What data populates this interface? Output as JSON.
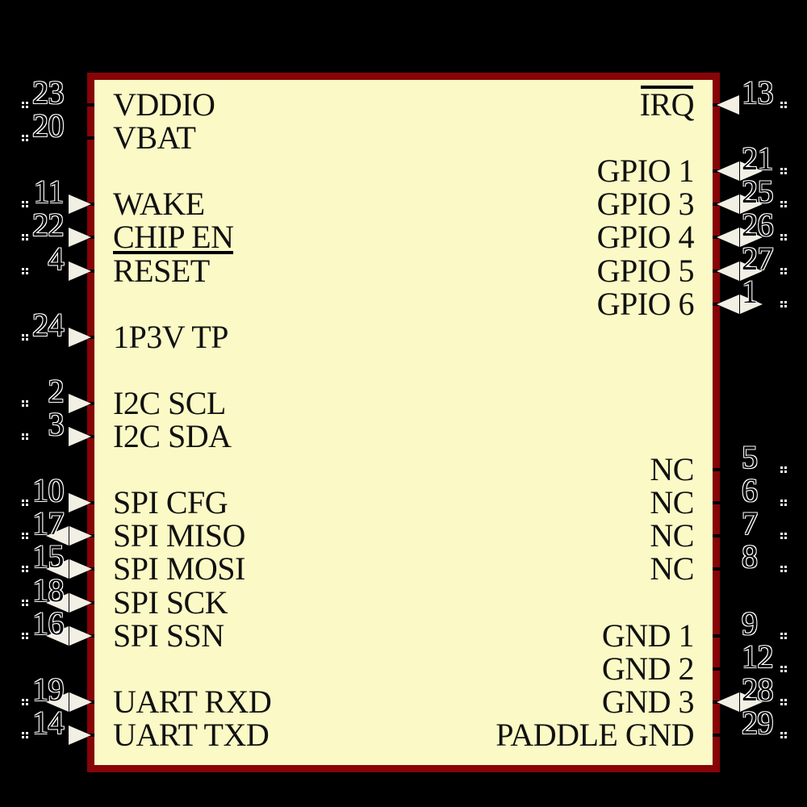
{
  "colors": {
    "background": "#000000",
    "body_fill": "#FBFAC6",
    "body_border": "#870407",
    "pin_name_text": "#111111",
    "pin_number_outline": "#FFFFFF",
    "arrow_fill": "#F2EFE4",
    "decoration_line": "#000000",
    "type_dots": "#FFFFFF"
  },
  "pins": {
    "left": [
      {
        "row": 1,
        "number": "23",
        "name": "VDDIO",
        "direction": "passive",
        "decoration": null
      },
      {
        "row": 2,
        "number": "20",
        "name": "VBAT",
        "direction": "passive",
        "decoration": null
      },
      {
        "row": 4,
        "number": "11",
        "name": "WAKE",
        "direction": "input",
        "decoration": null
      },
      {
        "row": 5,
        "number": "22",
        "name": "CHIP EN",
        "direction": "input",
        "decoration": "underline"
      },
      {
        "row": 6,
        "number": "4",
        "name": "RESET",
        "direction": "input",
        "decoration": null
      },
      {
        "row": 8,
        "number": "24",
        "name": "1P3V TP",
        "direction": "input",
        "decoration": null
      },
      {
        "row": 10,
        "number": "2",
        "name": "I2C SCL",
        "direction": "input",
        "decoration": null
      },
      {
        "row": 11,
        "number": "3",
        "name": "I2C SDA",
        "direction": "input",
        "decoration": null
      },
      {
        "row": 13,
        "number": "10",
        "name": "SPI CFG",
        "direction": "input",
        "decoration": null
      },
      {
        "row": 14,
        "number": "17",
        "name": "SPI MISO",
        "direction": "bidirectional",
        "decoration": null
      },
      {
        "row": 15,
        "number": "15",
        "name": "SPI MOSI",
        "direction": "bidirectional",
        "decoration": null
      },
      {
        "row": 16,
        "number": "18",
        "name": "SPI SCK",
        "direction": "bidirectional",
        "decoration": null
      },
      {
        "row": 17,
        "number": "16",
        "name": "SPI SSN",
        "direction": "bidirectional",
        "decoration": null
      },
      {
        "row": 19,
        "number": "19",
        "name": "UART RXD",
        "direction": "bidirectional",
        "decoration": null
      },
      {
        "row": 20,
        "number": "14",
        "name": "UART TXD",
        "direction": "input",
        "decoration": null
      }
    ],
    "right": [
      {
        "row": 1,
        "number": "13",
        "name": "IRQ",
        "direction": "input",
        "decoration": "overline"
      },
      {
        "row": 3,
        "number": "21",
        "name": "GPIO 1",
        "direction": "bidirectional",
        "decoration": null
      },
      {
        "row": 4,
        "number": "25",
        "name": "GPIO 3",
        "direction": "bidirectional",
        "decoration": null
      },
      {
        "row": 5,
        "number": "26",
        "name": "GPIO 4",
        "direction": "bidirectional",
        "decoration": null
      },
      {
        "row": 6,
        "number": "27",
        "name": "GPIO 5",
        "direction": "bidirectional",
        "decoration": null
      },
      {
        "row": 7,
        "number": "1",
        "name": "GPIO 6",
        "direction": "bidirectional",
        "decoration": null
      },
      {
        "row": 12,
        "number": "5",
        "name": "NC",
        "direction": "passive",
        "decoration": null
      },
      {
        "row": 13,
        "number": "6",
        "name": "NC",
        "direction": "passive",
        "decoration": null
      },
      {
        "row": 14,
        "number": "7",
        "name": "NC",
        "direction": "passive",
        "decoration": null
      },
      {
        "row": 15,
        "number": "8",
        "name": "NC",
        "direction": "passive",
        "decoration": null
      },
      {
        "row": 17,
        "number": "9",
        "name": "GND 1",
        "direction": "passive",
        "decoration": null
      },
      {
        "row": 18,
        "number": "12",
        "name": "GND 2",
        "direction": "passive",
        "decoration": null
      },
      {
        "row": 19,
        "number": "28",
        "name": "GND 3",
        "direction": "bidirectional",
        "decoration": null
      },
      {
        "row": 20,
        "number": "29",
        "name": "PADDLE GND",
        "direction": "passive",
        "decoration": null
      }
    ]
  }
}
